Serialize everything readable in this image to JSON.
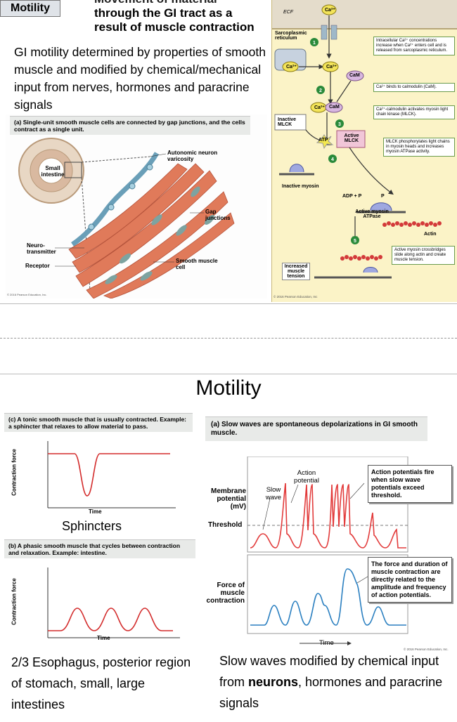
{
  "slide1": {
    "tag": "Motility",
    "heading_line1": "Movement of material",
    "heading_line2": "through the GI tract as a",
    "heading_line3": "result of muscle contraction",
    "intro": "GI motility determined by properties of smooth muscle and modified by chemical/mechanical input from nerves, hormones and paracrine signals",
    "panel_a_caption_bold": "(a) Single-unit smooth muscle cells",
    "panel_a_caption_rest": " are connected by gap junctions, and the cells contract as a single unit.",
    "labels": {
      "small_intestine": "Small intestine",
      "autonomic": "Autonomic neuron varicosity",
      "gap": "Gap junctions",
      "neurotransmitter": "Neuro- transmitter",
      "receptor": "Receptor",
      "smooth_cell": "Smooth muscle cell",
      "copyright": "© 2016 Pearson Education, Inc."
    },
    "pathway": {
      "ecf": "ECF",
      "ca_top": "Ca²⁺",
      "sr": "Sarcoplasmic reticulum",
      "ca_sr": "Ca²⁺",
      "ca_mid": "Ca²⁺",
      "cam": "CaM",
      "ca_cam_ca": "Ca²⁺",
      "ca_cam_cam": "CaM",
      "inactive_mlck": "Inactive MLCK",
      "atp": "ATP",
      "active_mlck": "Active MLCK",
      "inactive_myosin": "Inactive myosin",
      "adp_p": "ADP + P",
      "p": "P",
      "active_atpase": "Active myosin ATPase",
      "actin": "Actin",
      "increased": "Increased muscle tension",
      "copyright": "© 2016 Pearson Education, Inc",
      "steps": [
        {
          "n": "1",
          "text": "Intracellular Ca²⁺ concentrations increase when Ca²⁺ enters cell and is released from sarcoplasmic reticulum."
        },
        {
          "n": "2",
          "text": "Ca²⁺ binds to calmodulin (CaM)."
        },
        {
          "n": "3",
          "text": "Ca²⁺-calmodulin activates myosin light chain kinase (MLCK)."
        },
        {
          "n": "4",
          "text": "MLCK phosphorylates light chains in myosin heads and increases myosin ATPase activity."
        },
        {
          "n": "5",
          "text": "Active myosin crossbridges slide along actin and create muscle tension."
        }
      ]
    }
  },
  "slide2": {
    "title": "Motility",
    "panel_c": "(c) A tonic smooth muscle that is usually contracted. Example: a sphincter that relaxes to allow material to pass.",
    "panel_b": "(b) A phasic smooth muscle that cycles between contraction and relaxation. Example: intestine.",
    "contraction_force": "Contraction force",
    "time": "Time",
    "sphincters": "Sphincters",
    "body_left": "2/3 Esophagus, posterior region of stomach, small, large intestines",
    "panel_a_bold": "(a) Slow waves",
    "panel_a_rest": " are spontaneous depolarizations in GI smooth muscle.",
    "membrane_potential": "Membrane potential (mV)",
    "threshold": "Threshold",
    "force_label": "Force of muscle contraction",
    "slow_wave": "Slow wave",
    "action_potential": "Action potential",
    "callout1": "Action potentials fire when slow wave potentials exceed threshold.",
    "callout2": "The force and duration of muscle contraction are directly related to the amplitude and frequency of action potentials.",
    "body_right_pre": "Slow waves modified by chemical input from ",
    "body_right_bold": "neurons",
    "body_right_post": ", hormones and paracrine signals",
    "copyright": "© 2016 Pearson Education, Inc."
  }
}
